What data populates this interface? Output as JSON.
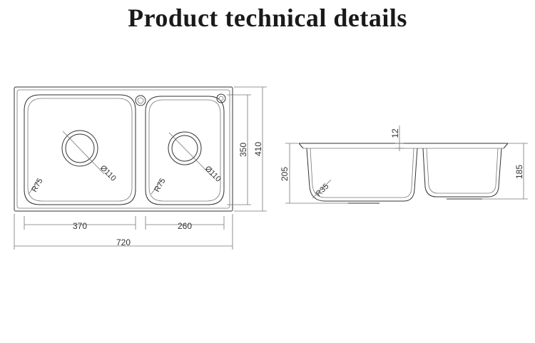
{
  "header": {
    "title": "Product technical details"
  },
  "top_view": {
    "dims": {
      "bowl_left_width": "370",
      "bowl_right_width": "260",
      "overall_length": "720",
      "bowl_depth_inner": "350",
      "overall_width": "410"
    },
    "left_bowl": {
      "drain": "Ø110",
      "corner_radius": "R75"
    },
    "right_bowl": {
      "drain": "Ø110",
      "corner_radius": "R75"
    }
  },
  "side_view": {
    "dims": {
      "rim_thickness": "12",
      "left_depth": "205",
      "right_depth": "185",
      "corner_radius": "R35"
    }
  },
  "colors": {
    "line": "#333333",
    "text": "#1a1a1a",
    "background": "#ffffff"
  }
}
